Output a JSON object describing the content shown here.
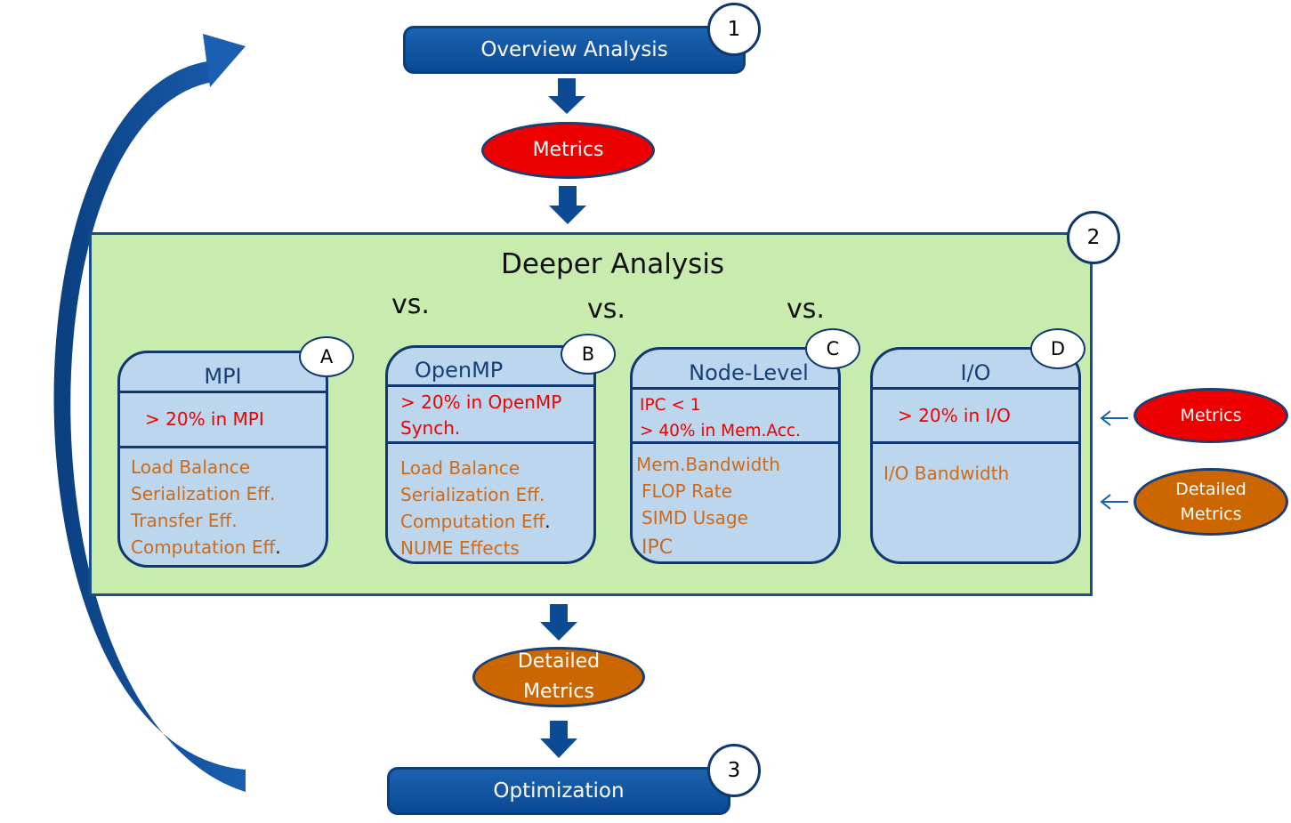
{
  "steps": {
    "overview": {
      "label": "Overview Analysis",
      "number": "1"
    },
    "deeper": {
      "label": "Deeper Analysis",
      "number": "2"
    },
    "optimization": {
      "label": "Optimization",
      "number": "3"
    }
  },
  "flow_metrics_label": "Metrics",
  "flow_detailed_metrics": {
    "line1": "Detailed",
    "line2": "Metrics"
  },
  "vs_label": "vs.",
  "cards": [
    {
      "id": "mpi",
      "title": "MPI",
      "badge": "A",
      "metrics": [
        "> 20% in MPI"
      ],
      "detailed": [
        "Load Balance",
        "Serialization Eff.",
        "Transfer Eff.",
        "Computation Eff"
      ]
    },
    {
      "id": "openmp",
      "title": "OpenMP",
      "badge": "B",
      "metrics": [
        "> 20% in OpenMP",
        "Synch."
      ],
      "detailed": [
        "Load Balance",
        "Serialization Eff.",
        "Computation Eff",
        "NUME Effects"
      ]
    },
    {
      "id": "node",
      "title": "Node-Level",
      "badge": "C",
      "metrics": [
        "IPC < 1",
        "> 40% in Mem.Acc."
      ],
      "detailed": [
        "Mem.Bandwidth",
        "FLOP Rate",
        "SIMD Usage",
        "IPC"
      ]
    },
    {
      "id": "io",
      "title": "I/O",
      "badge": "D",
      "metrics": [
        "> 20% in I/O"
      ],
      "detailed": [
        "I/O Bandwidth"
      ]
    }
  ],
  "legend": {
    "metrics_label": "Metrics",
    "detailed": {
      "line1": "Detailed",
      "line2": "Metrics"
    }
  },
  "colors": {
    "step_blue": "#0b4a94",
    "metrics_red": "#ee0000",
    "detailed_orange": "#cc6600",
    "deeper_green": "#c8ebae",
    "card_blue": "#bcd6ee"
  }
}
